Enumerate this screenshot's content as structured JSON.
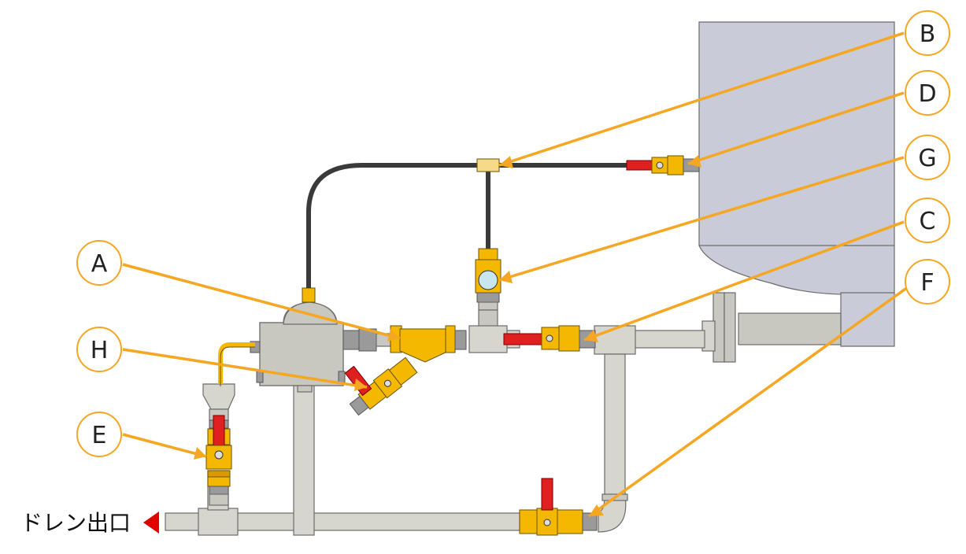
{
  "labels": {
    "A": "A",
    "B": "B",
    "C": "C",
    "D": "D",
    "E": "E",
    "F": "F",
    "G": "G",
    "H": "H"
  },
  "drain_outlet_label": "ドレン出口",
  "colors": {
    "leader": "#f5a623",
    "pipe": "#d6d6cf",
    "brass": "#f5b800",
    "handle": "#e02020",
    "tank": "#c9ccd8",
    "arrow": "#e00000"
  }
}
